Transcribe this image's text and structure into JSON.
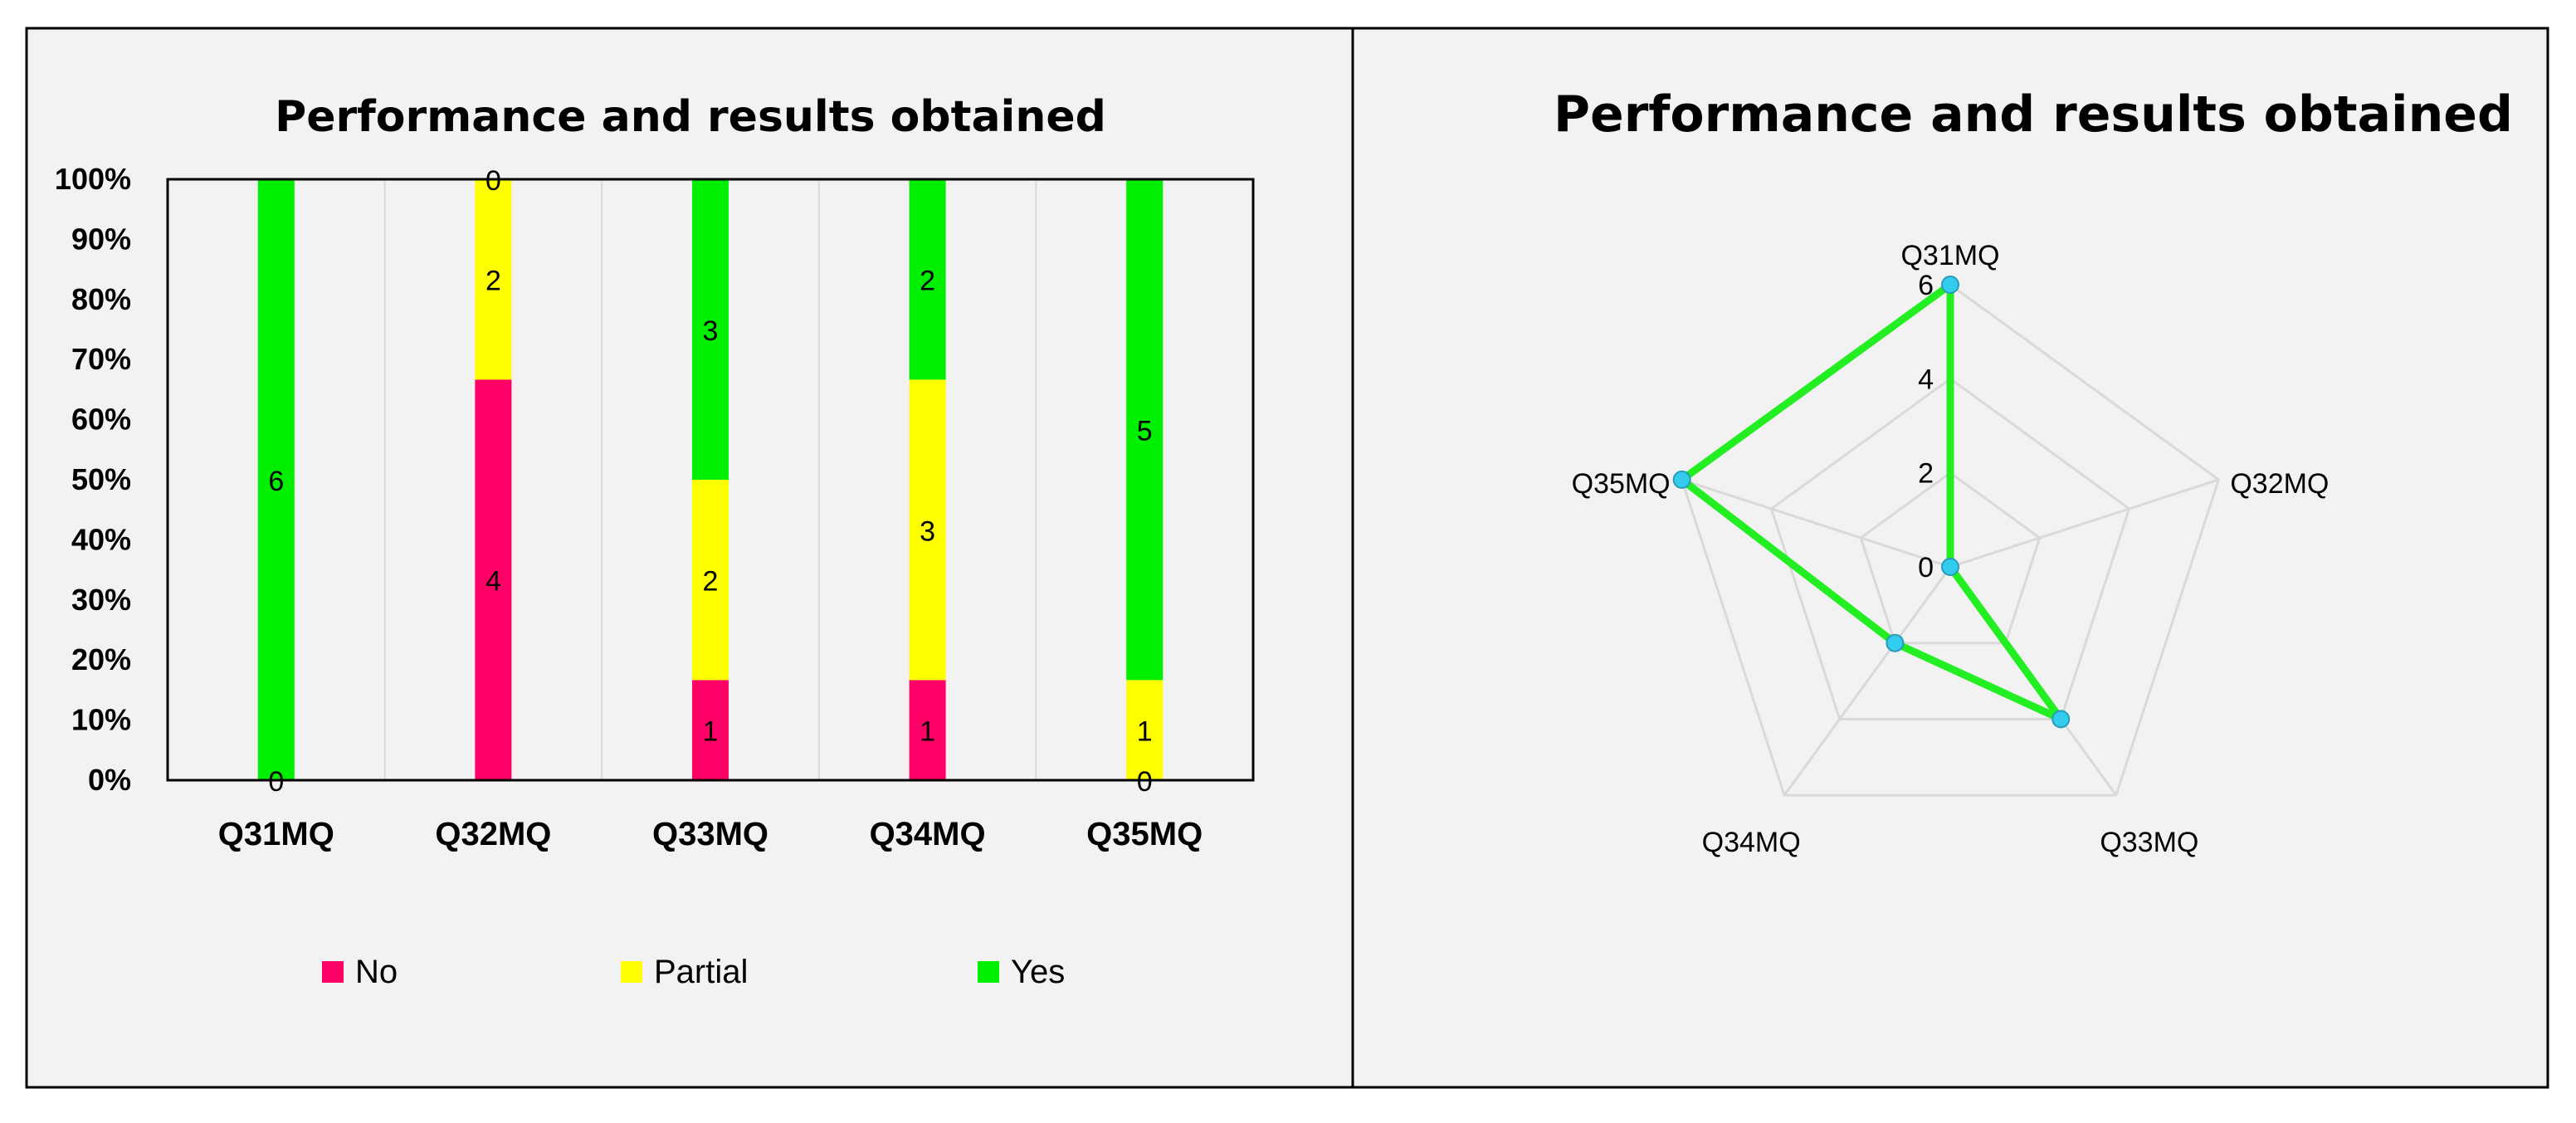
{
  "chart_data": [
    {
      "type": "bar",
      "stacked": "percent",
      "title": "Performance and results obtained",
      "categories": [
        "Q31MQ",
        "Q32MQ",
        "Q33MQ",
        "Q34MQ",
        "Q35MQ"
      ],
      "series": [
        {
          "name": "No",
          "values": [
            0,
            4,
            1,
            1,
            0
          ],
          "color": "#ff0066"
        },
        {
          "name": "Partial",
          "values": [
            0,
            2,
            2,
            3,
            1
          ],
          "color": "#ffff00"
        },
        {
          "name": "Yes",
          "values": [
            6,
            0,
            3,
            2,
            5
          ],
          "color": "#00ee00"
        }
      ],
      "value_labels": [
        {
          "category": "Q31MQ",
          "series": "No",
          "text": "0"
        },
        {
          "category": "Q31MQ",
          "series": "Yes",
          "text": "6"
        },
        {
          "category": "Q32MQ",
          "series": "No",
          "text": "4"
        },
        {
          "category": "Q32MQ",
          "series": "Partial",
          "text": "2"
        },
        {
          "category": "Q32MQ",
          "series": "Yes",
          "text": "0"
        },
        {
          "category": "Q33MQ",
          "series": "No",
          "text": "1"
        },
        {
          "category": "Q33MQ",
          "series": "Partial",
          "text": "2"
        },
        {
          "category": "Q33MQ",
          "series": "Yes",
          "text": "3"
        },
        {
          "category": "Q34MQ",
          "series": "No",
          "text": "1"
        },
        {
          "category": "Q34MQ",
          "series": "Partial",
          "text": "3"
        },
        {
          "category": "Q34MQ",
          "series": "Yes",
          "text": "2"
        },
        {
          "category": "Q35MQ",
          "series": "No",
          "text": "0"
        },
        {
          "category": "Q35MQ",
          "series": "Partial",
          "text": "1"
        },
        {
          "category": "Q35MQ",
          "series": "Yes",
          "text": "5"
        }
      ],
      "yticks": [
        "0%",
        "10%",
        "20%",
        "30%",
        "40%",
        "50%",
        "60%",
        "70%",
        "80%",
        "90%",
        "100%"
      ],
      "ylim": [
        0,
        100
      ],
      "grid": "vertical",
      "legend": "bottom"
    },
    {
      "type": "radar",
      "title": "Performance and results obtained",
      "axes": [
        "Q31MQ",
        "Q32MQ",
        "Q33MQ",
        "Q34MQ",
        "Q35MQ"
      ],
      "values": [
        6,
        0,
        4,
        2,
        6
      ],
      "rlim": [
        0,
        6
      ],
      "rticks": [
        "0",
        "2",
        "4",
        "6"
      ],
      "line_color": "#22ee22",
      "marker_color": "#33ccee",
      "grid": true
    }
  ],
  "colors": {
    "panel_bg": "#f2f2f2",
    "border": "#000000",
    "grid": "#d9d9d9"
  }
}
